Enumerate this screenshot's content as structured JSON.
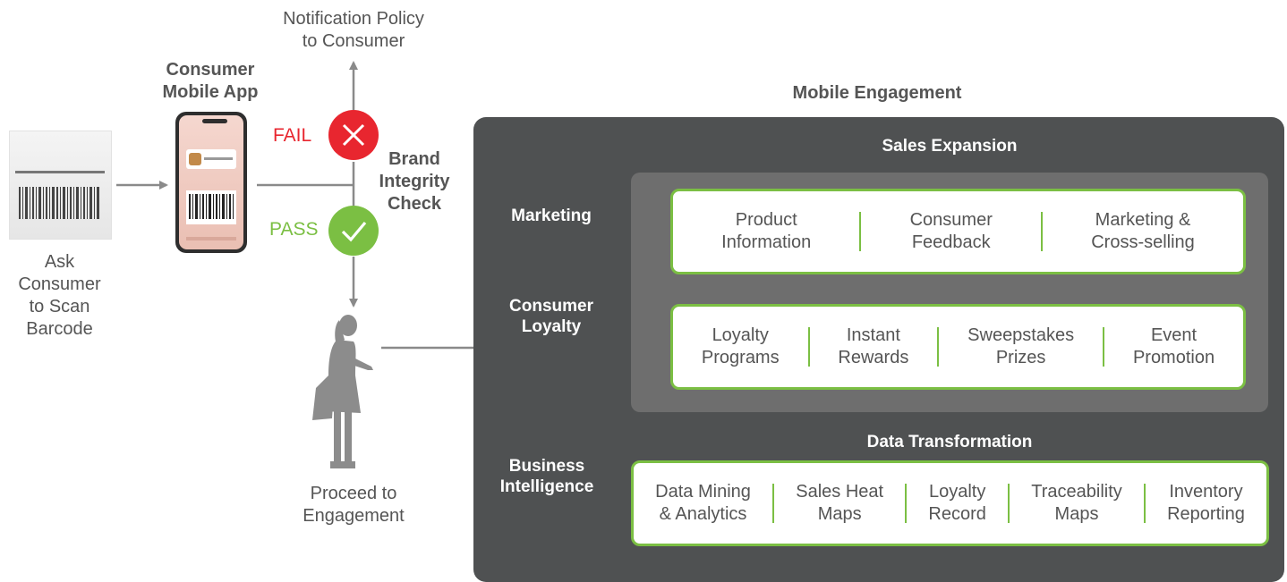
{
  "left": {
    "scan_label": [
      "Ask",
      "Consumer",
      "to Scan",
      "Barcode"
    ],
    "app_label": [
      "Consumer",
      "Mobile App"
    ],
    "notification": [
      "Notification Policy",
      "to Consumer"
    ],
    "fail": "FAIL",
    "pass": "PASS",
    "check_label": [
      "Brand",
      "Integrity",
      "Check"
    ],
    "proceed": [
      "Proceed to",
      "Engagement"
    ]
  },
  "engagement": {
    "title": "Mobile Engagement",
    "sales_title": "Sales Expansion",
    "data_title": "Data Transformation",
    "side_labels": {
      "marketing": "Marketing",
      "loyalty": [
        "Consumer",
        "Loyalty"
      ],
      "bi": [
        "Business",
        "Intelligence"
      ]
    },
    "marketing_items": [
      [
        "Product",
        "Information"
      ],
      [
        "Consumer",
        "Feedback"
      ],
      [
        "Marketing &",
        "Cross-selling"
      ]
    ],
    "loyalty_items": [
      [
        "Loyalty",
        "Programs"
      ],
      [
        "Instant",
        "Rewards"
      ],
      [
        "Sweepstakes",
        "Prizes"
      ],
      [
        "Event",
        "Promotion"
      ]
    ],
    "data_items": [
      [
        "Data Mining",
        "& Analytics"
      ],
      [
        "Sales Heat",
        "Maps"
      ],
      [
        "Loyalty",
        "Record"
      ],
      [
        "Traceability",
        "Maps"
      ],
      [
        "Inventory",
        "Reporting"
      ]
    ]
  },
  "colors": {
    "fail": "#e8262f",
    "pass": "#7bbf43",
    "panel": "#4f5152",
    "arrow": "#8a8a8a"
  }
}
